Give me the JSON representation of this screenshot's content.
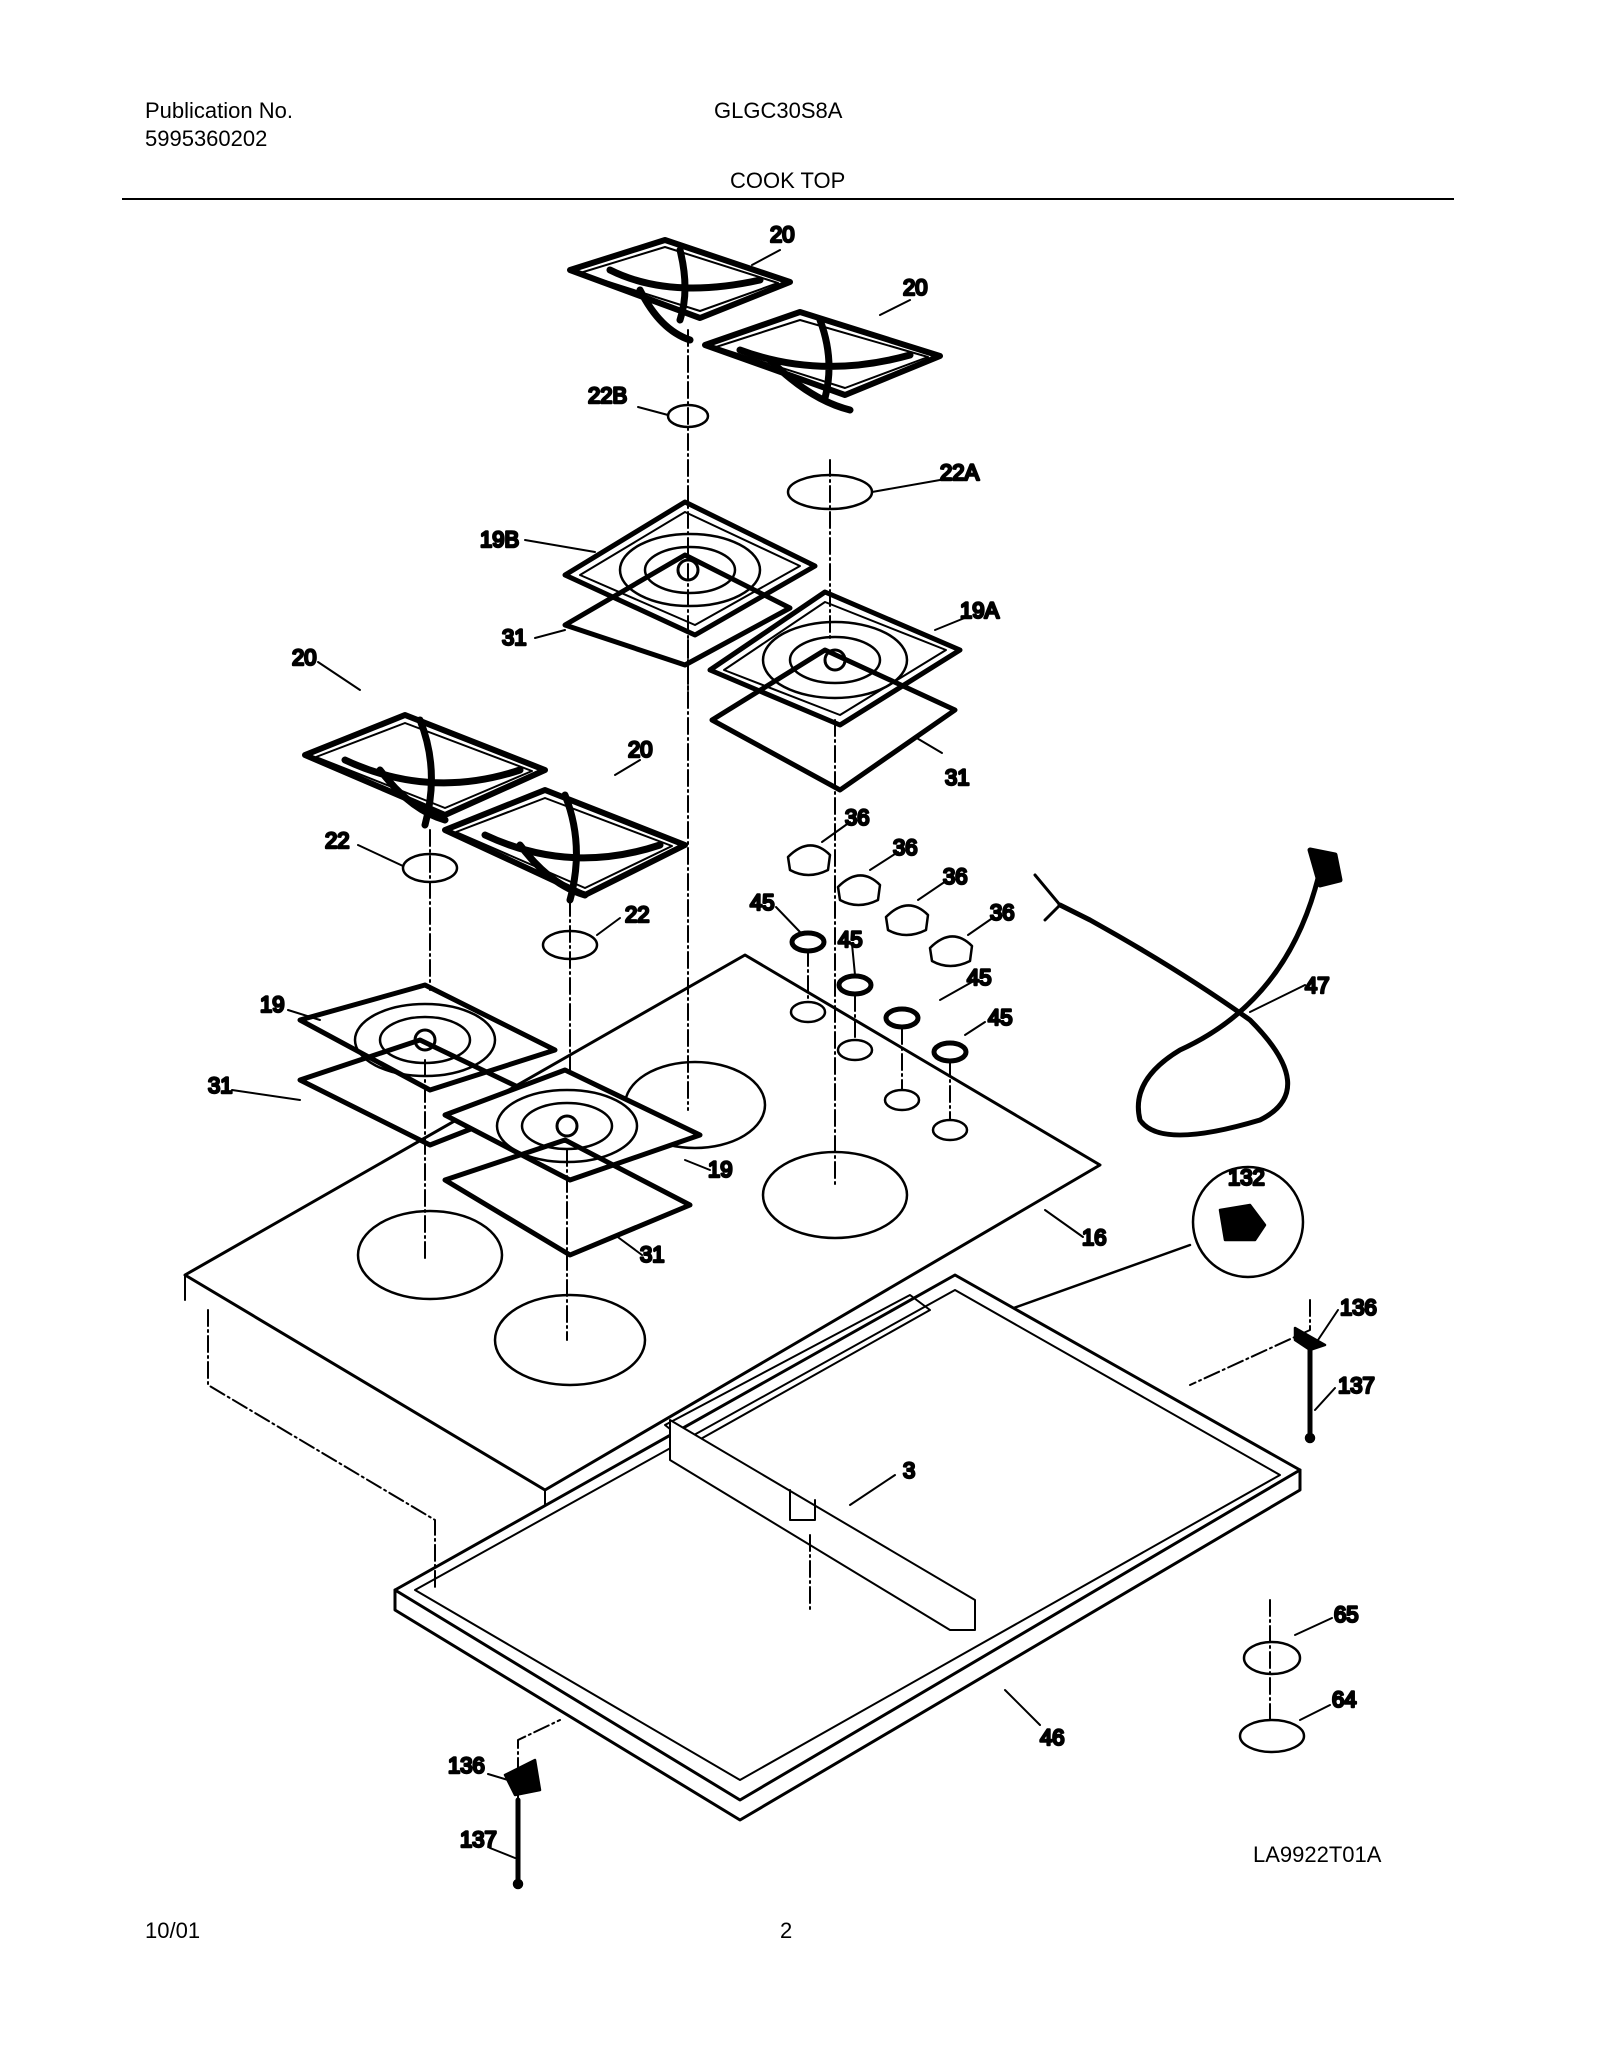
{
  "header": {
    "publication_label": "Publication No.",
    "publication_number": "5995360202",
    "model": "GLGC30S8A",
    "section_title": "COOK TOP"
  },
  "footer": {
    "date": "10/01",
    "page": "2",
    "art_code": "LA9922T01A"
  },
  "callouts": {
    "grate_rr": "20",
    "grate_rf": "20",
    "cap_22b": "22B",
    "cap_22a": "22A",
    "pan_19b": "19B",
    "gasket_31_top": "31",
    "pan_19a": "19A",
    "gasket_31_right": "31",
    "grate_lr": "20",
    "grate_lf": "20",
    "knob_1": "36",
    "knob_2": "36",
    "knob_3": "36",
    "knob_4": "36",
    "bezel_1": "45",
    "bezel_2": "45",
    "bezel_3": "45",
    "bezel_4": "45",
    "cap_22_left": "22",
    "cap_22_right": "22",
    "power_cord": "47",
    "pan_19_left": "19",
    "gasket_31_left": "31",
    "pan_19_front": "19",
    "gasket_31_front": "31",
    "cooktop_glass": "16",
    "igniter_module": "132",
    "bracket_right": "136",
    "screw_right": "137",
    "support_channel": "3",
    "plate_65": "65",
    "plate_64": "64",
    "frame_46": "46",
    "bracket_left": "136",
    "screw_left": "137"
  }
}
